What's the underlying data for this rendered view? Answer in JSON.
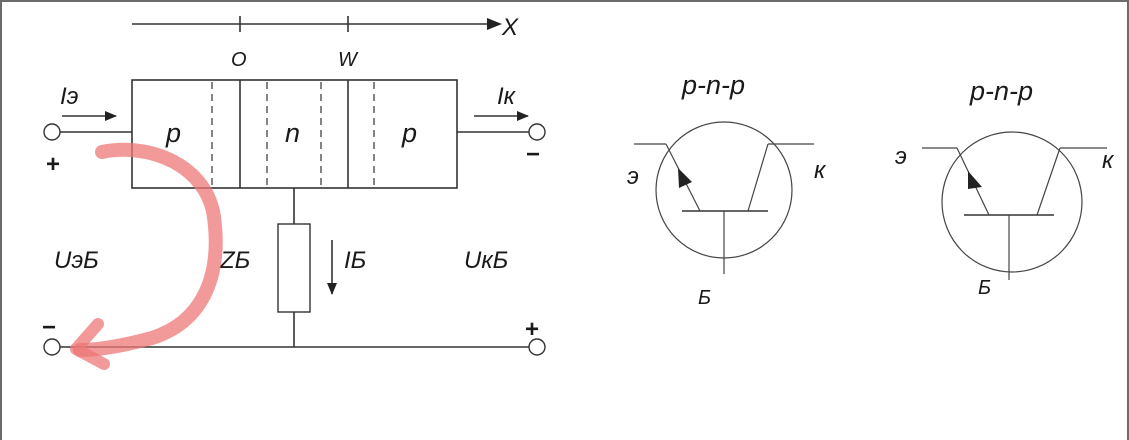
{
  "axis": {
    "x_label": "X",
    "origin_label": "O",
    "width_label": "W"
  },
  "structure": {
    "left_region": "p",
    "middle_region": "n",
    "right_region": "p"
  },
  "currents": {
    "emitter": "Iэ",
    "collector": "Iк",
    "base": "IБ"
  },
  "voltages": {
    "emitter_base": "UэБ",
    "collector_base": "UкБ"
  },
  "impedance": {
    "base": "ZБ"
  },
  "terminal_signs": {
    "emitter_top": "+",
    "collector_top": "−",
    "emitter_bottom": "−",
    "collector_bottom": "+"
  },
  "symbol_left": {
    "title": "p-n-p",
    "emitter": "э",
    "collector": "к",
    "base": "Б"
  },
  "symbol_right": {
    "title": "p-n-p",
    "emitter": "э",
    "collector": "к",
    "base": "Б"
  },
  "colors": {
    "annotation_stroke": "#ee7777",
    "line": "#333333"
  }
}
